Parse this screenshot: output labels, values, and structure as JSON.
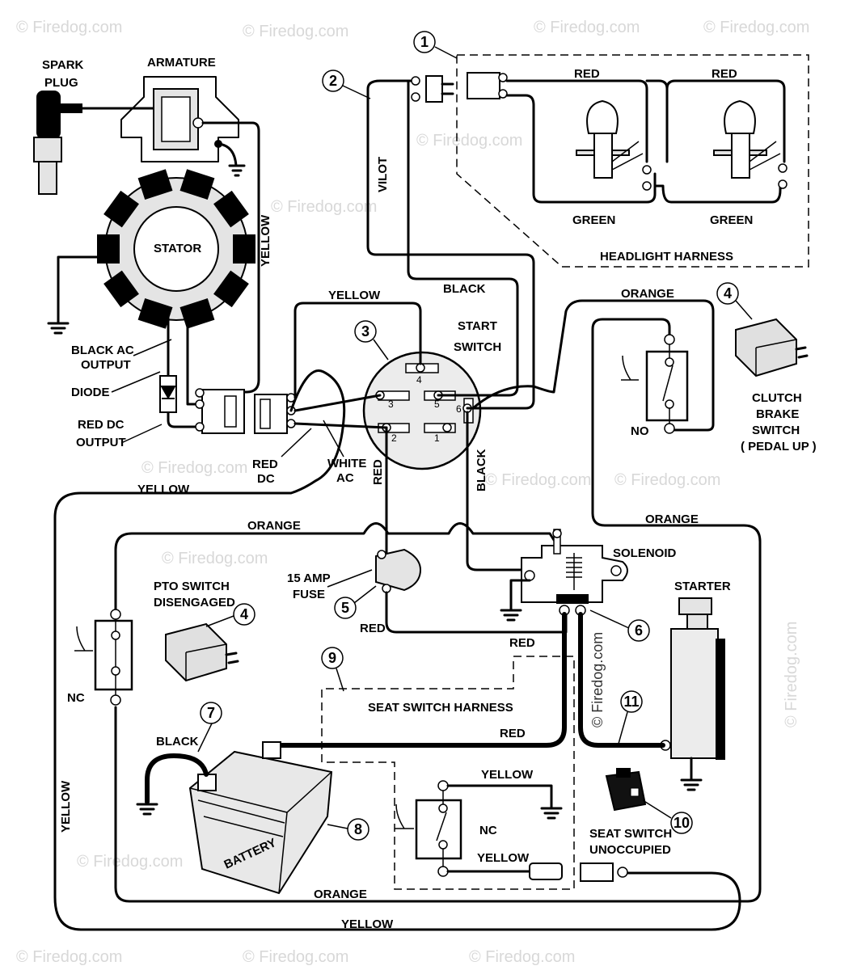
{
  "watermark": "© Firedog.com",
  "labels": {
    "spark_plug_1": "SPARK",
    "spark_plug_2": "PLUG",
    "armature": "ARMATURE",
    "stator": "STATOR",
    "yellow_armature": "YELLOW",
    "black_ac_output_1": "BLACK AC",
    "black_ac_output_2": "OUTPUT",
    "diode": "DIODE",
    "red_dc_output_1": "RED DC",
    "red_dc_output_2": "OUTPUT",
    "red_dc_1": "RED",
    "red_dc_2": "DC",
    "white_ac_1": "WHITE",
    "white_ac_2": "AC",
    "yellow_top": "YELLOW",
    "start_switch_1": "START",
    "start_switch_2": "SWITCH",
    "black_top": "BLACK",
    "vilot": "VILOT",
    "red_headlight_1": "RED",
    "red_headlight_2": "RED",
    "green_1": "GREEN",
    "green_2": "GREEN",
    "headlight_harness": "HEADLIGHT HARNESS",
    "orange_top": "ORANGE",
    "clutch_1": "CLUTCH",
    "clutch_2": "BRAKE",
    "clutch_3": "SWITCH",
    "clutch_4": "( PEDAL UP )",
    "no_clutch": "NO",
    "orange_right": "ORANGE",
    "yellow_left": "YELLOW",
    "orange_mid": "ORANGE",
    "red_vertical": "RED",
    "black_vertical": "BLACK",
    "fuse_1": "15 AMP",
    "fuse_2": "FUSE",
    "red_fuse": "RED",
    "solenoid": "SOLENOID",
    "starter": "STARTER",
    "pto_1": "PTO SWITCH",
    "pto_2": "DISENGAGED",
    "nc_pto": "NC",
    "red_seat": "RED",
    "seat_switch_harness": "SEAT SWITCH HARNESS",
    "black_battery": "BLACK",
    "red_battery": "RED",
    "yellow_seat_top": "YELLOW",
    "nc_seat": "NC",
    "yellow_seat_bottom": "YELLOW",
    "seat_switch_1": "SEAT SWITCH",
    "seat_switch_2": "UNOCCUPIED",
    "battery": "BATTERY",
    "orange_bottom": "ORANGE",
    "yellow_bottom": "YELLOW",
    "yellow_left_vertical": "YELLOW"
  },
  "callouts": [
    "1",
    "2",
    "3",
    "4",
    "4",
    "5",
    "6",
    "7",
    "8",
    "9",
    "10",
    "11"
  ],
  "pins": [
    "1",
    "2",
    "3",
    "4",
    "5",
    "6"
  ]
}
